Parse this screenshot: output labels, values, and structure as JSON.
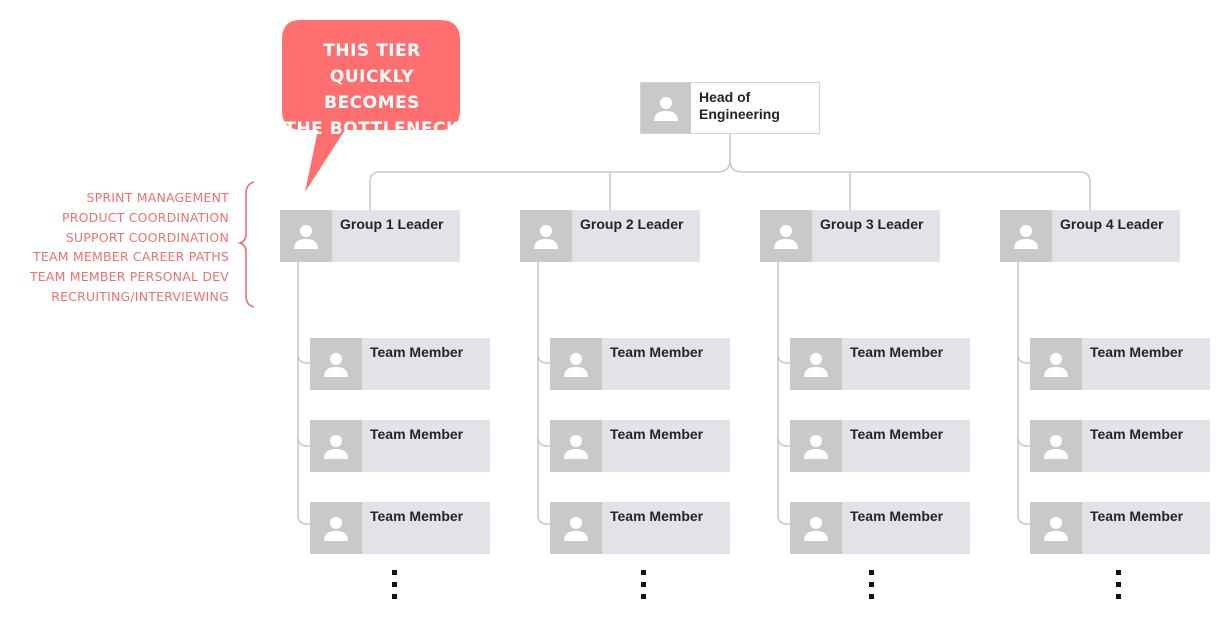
{
  "callout": {
    "text": "THIS TIER\nQUICKLY BECOMES\nTHE BOTTLENECK",
    "color": "#ff6f6f"
  },
  "responsibilities": [
    "SPRINT MANAGEMENT",
    "PRODUCT COORDINATION",
    "SUPPORT COORDINATION",
    "TEAM MEMBER CAREER PATHS",
    "TEAM MEMBER PERSONAL DEV",
    "RECRUITING/INTERVIEWING"
  ],
  "head": {
    "label": "Head of\nEngineering",
    "icon": "person-icon"
  },
  "groups": [
    {
      "leader": "Group 1 Leader",
      "members": [
        "Team Member",
        "Team Member",
        "Team Member"
      ]
    },
    {
      "leader": "Group 2 Leader",
      "members": [
        "Team Member",
        "Team Member",
        "Team Member"
      ]
    },
    {
      "leader": "Group 3 Leader",
      "members": [
        "Team Member",
        "Team Member",
        "Team Member"
      ]
    },
    {
      "leader": "Group 4 Leader",
      "members": [
        "Team Member",
        "Team Member",
        "Team Member"
      ]
    }
  ],
  "colors": {
    "accent": "#ff6f6f",
    "card": "#e1e3e8",
    "avatar": "#c9c9c9",
    "connector": "#c8c8c8"
  }
}
